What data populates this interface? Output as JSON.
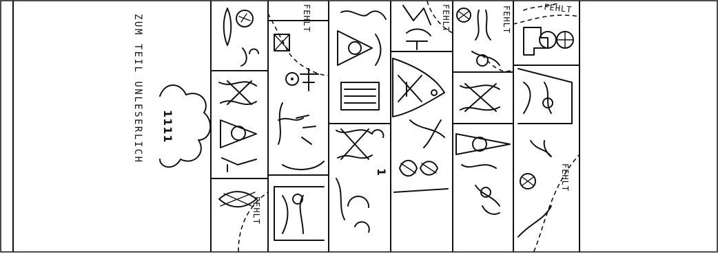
{
  "side_note": "ZUM TEIL UNLESERLICH",
  "cloud_mark": "1111",
  "missing_label": "FEHLT",
  "number_glyph": "1"
}
